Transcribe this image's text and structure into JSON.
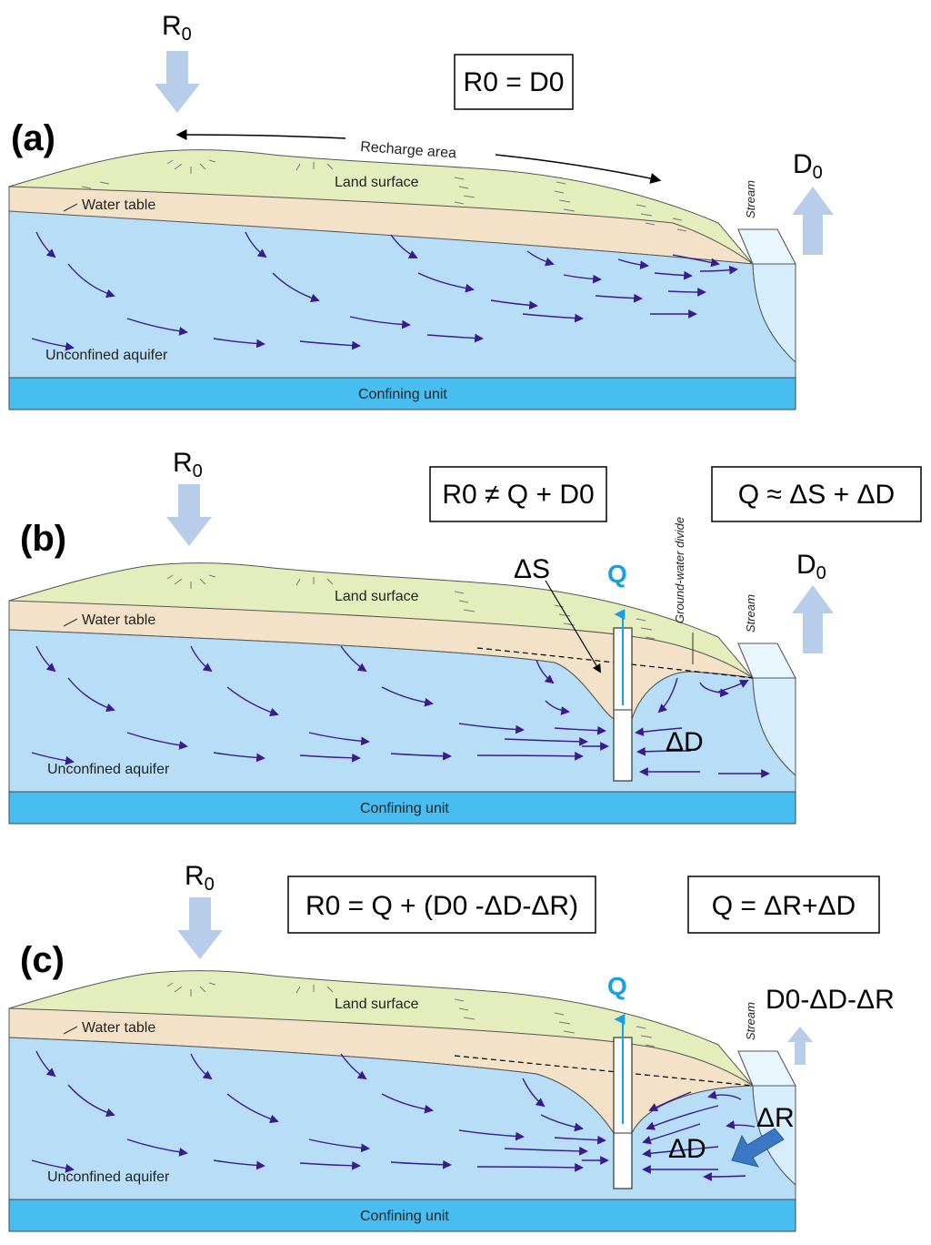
{
  "panels": [
    {
      "id": "a",
      "tag": "(a)",
      "recharge_label": "R",
      "recharge_sub": "0",
      "equation": "R0 = D0",
      "discharge_label": "D",
      "discharge_sub": "0",
      "recharge_area": "Recharge area",
      "land_surface": "Land surface",
      "water_table": "Water table",
      "stream": "Stream",
      "aquifer": "Unconfined aquifer",
      "confining": "Confining unit"
    },
    {
      "id": "b",
      "tag": "(b)",
      "recharge_label": "R",
      "recharge_sub": "0",
      "equation": "R0 ≠ Q + D0",
      "equation2": "Q ≈ ΔS + ΔD",
      "discharge_label": "D",
      "discharge_sub": "0",
      "pumping": "Q",
      "storage": "ΔS",
      "capture": "ΔD",
      "divide": "Ground-water divide",
      "land_surface": "Land surface",
      "water_table": "Water table",
      "stream": "Stream",
      "aquifer": "Unconfined aquifer",
      "confining": "Confining unit"
    },
    {
      "id": "c",
      "tag": "(c)",
      "recharge_label": "R",
      "recharge_sub": "0",
      "equation": "R0 = Q + (D0 -ΔD-ΔR)",
      "equation2": "Q = ΔR+ΔD",
      "discharge_label": "D0-ΔD-ΔR",
      "pumping": "Q",
      "capture": "ΔD",
      "induced": "ΔR",
      "land_surface": "Land surface",
      "water_table": "Water table",
      "stream": "Stream",
      "aquifer": "Unconfined aquifer",
      "confining": "Confining unit"
    }
  ],
  "colors": {
    "land": "#e4eebc",
    "unsat": "#f3e2c8",
    "aquifer": "#b8def7",
    "confining": "#47bdf0",
    "stream": "#d6eefb",
    "flow_arrow": "#3a1a8c",
    "big_arrow": "#b7cdea",
    "pump": "#1a9fe0"
  }
}
